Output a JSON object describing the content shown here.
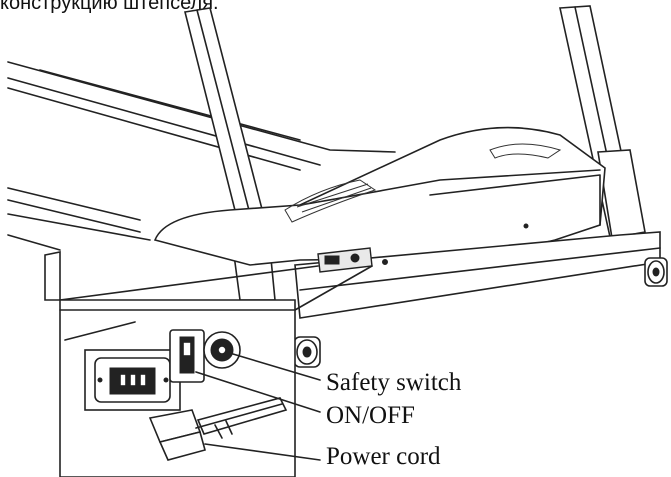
{
  "caption": {
    "text": "конструкцию штепселя."
  },
  "callouts": [
    {
      "key": "safety",
      "label": "Safety switch"
    },
    {
      "key": "onoff",
      "label": "ON/OFF"
    },
    {
      "key": "power",
      "label": "Power cord"
    }
  ]
}
